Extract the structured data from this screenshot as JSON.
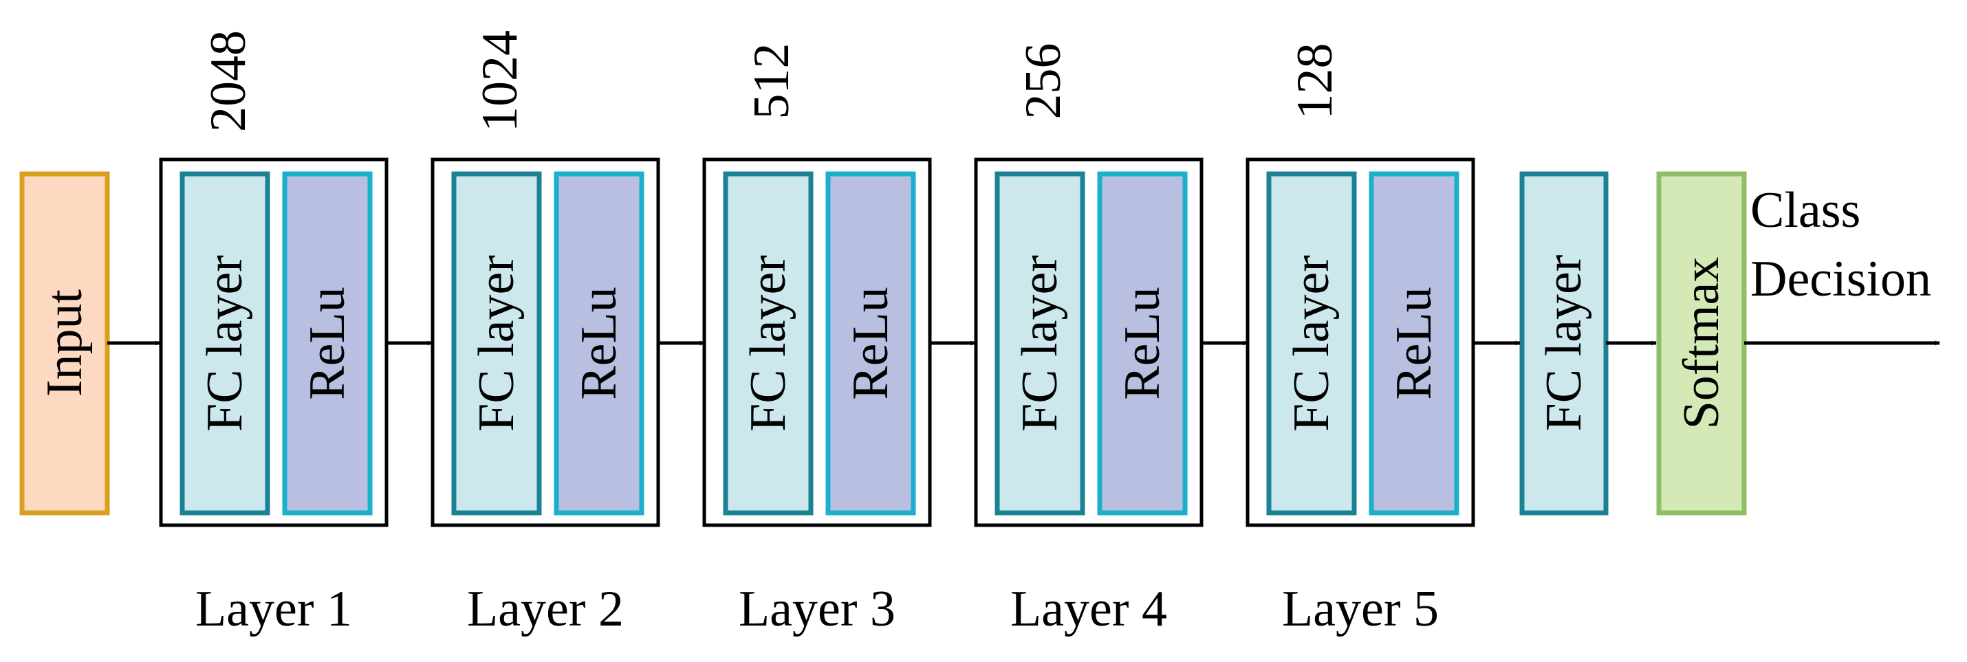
{
  "input_label": "Input",
  "fc_label": "FC layer",
  "relu_label": "ReLu",
  "softmax_label": "Softmax",
  "output_label_line1": "Class",
  "output_label_line2": "Decision",
  "layers": [
    {
      "name": "Layer 1",
      "units": "2048"
    },
    {
      "name": "Layer 2",
      "units": "1024"
    },
    {
      "name": "Layer 3",
      "units": "512"
    },
    {
      "name": "Layer 4",
      "units": "256"
    },
    {
      "name": "Layer 5",
      "units": "128"
    }
  ],
  "colors": {
    "input_fill": "#fdd9c1",
    "input_stroke": "#d9a020",
    "fc_fill": "#cde8ec",
    "fc_stroke": "#1b8296",
    "relu_fill": "#b9bfe0",
    "relu_stroke": "#1ab0cc",
    "softmax_fill": "#d4e9b5",
    "softmax_stroke": "#8fbf63",
    "frame_stroke": "#000000",
    "arrow": "#000000"
  }
}
